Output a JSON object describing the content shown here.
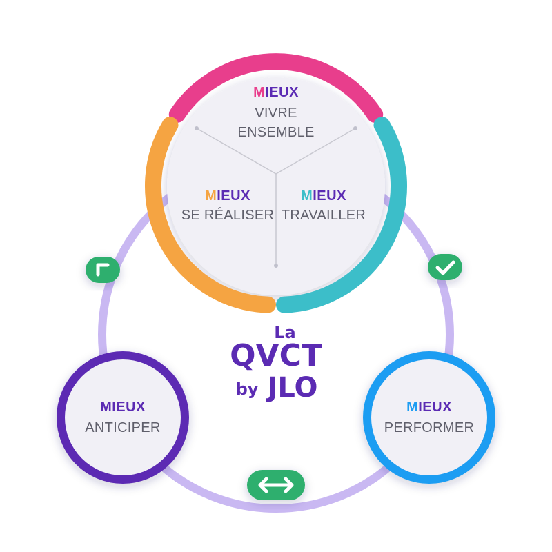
{
  "logo": {
    "line1": "La",
    "line2": "QVCT",
    "line3_a": "by",
    "line3_b": "JLO"
  },
  "segments": {
    "vivre_ensemble": {
      "initial": "M",
      "rest": "IEUX",
      "line1": "VIVRE",
      "line2": "ENSEMBLE",
      "color": "#e83e8c"
    },
    "se_realiser": {
      "initial": "M",
      "rest": "IEUX",
      "line1": "SE RÉALISER",
      "color": "#f5a442"
    },
    "travailler": {
      "initial": "M",
      "rest": "IEUX",
      "line1": "TRAVAILLER",
      "color": "#3cbec9"
    }
  },
  "nodes": {
    "anticiper": {
      "initial": "M",
      "rest": "IEUX",
      "line1": "ANTICIPER",
      "color": "#5b2bb3"
    },
    "performer": {
      "initial": "M",
      "rest": "IEUX",
      "line1": "PERFORMER",
      "color": "#1e9df2"
    }
  },
  "colors": {
    "heading": "#5b2bb3",
    "ring": "#c9b8f2",
    "badge": "#2faf6e",
    "spokes": "#c8c8d0",
    "panel": "#f1f0f6"
  },
  "icons": {
    "left_badge": "chevron-up-icon",
    "right_badge": "check-icon",
    "bottom_badge": "double-arrow-icon"
  }
}
